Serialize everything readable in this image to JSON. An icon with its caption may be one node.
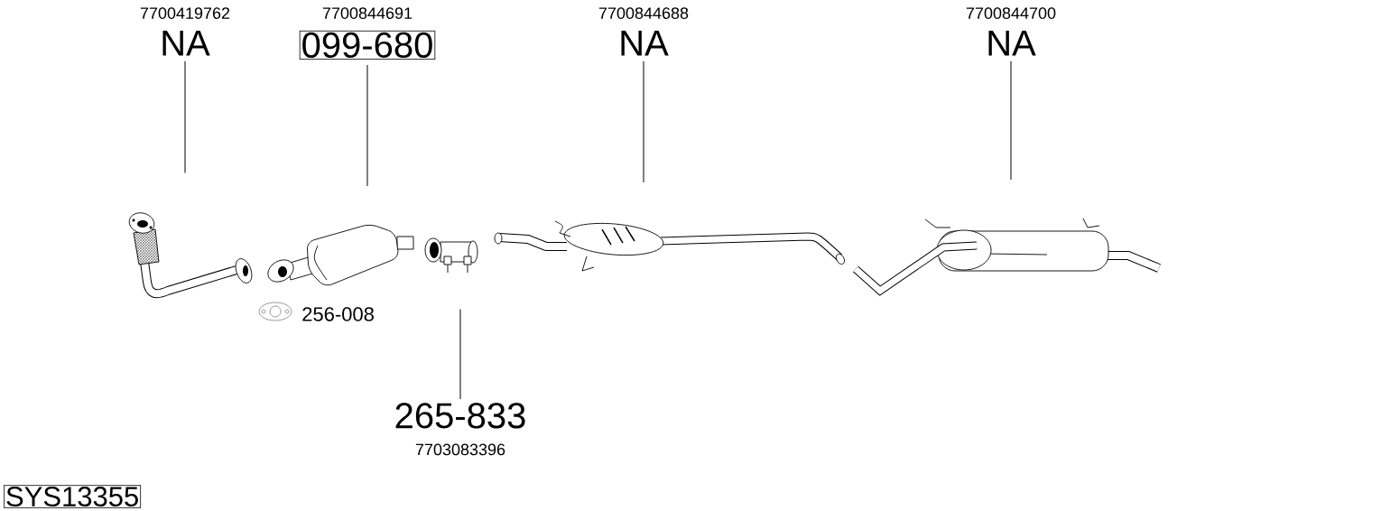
{
  "diagram": {
    "nodes": [
      {
        "text": [
          "7700419762",
          "NA"
        ]
      },
      {
        "text": [
          "7700844691",
          "099-680"
        ]
      },
      {
        "text": [
          "7700844688",
          "NA"
        ]
      },
      {
        "text": [
          "7700844700",
          "NA"
        ]
      },
      {
        "text": [
          "265-833",
          "7703083396"
        ]
      },
      {
        "text": [],
        "shape": "picture"
      },
      {
        "text": [],
        "shape": "picture"
      },
      {
        "text": [],
        "shape": "picture"
      },
      {
        "text": [],
        "shape": "picture"
      },
      {
        "text": [],
        "shape": "picture"
      }
    ],
    "edges": [
      {
        "from": 0,
        "to": 5,
        "arrow": "none"
      },
      {
        "from": 1,
        "to": 6,
        "arrow": "none"
      },
      {
        "from": 2,
        "to": 8,
        "arrow": "none"
      },
      {
        "from": 3,
        "to": 9,
        "arrow": "none"
      },
      {
        "from": 4,
        "to": 7,
        "arrow": "none"
      }
    ],
    "labels": [
      "256-008",
      "SYS13355"
    ]
  }
}
